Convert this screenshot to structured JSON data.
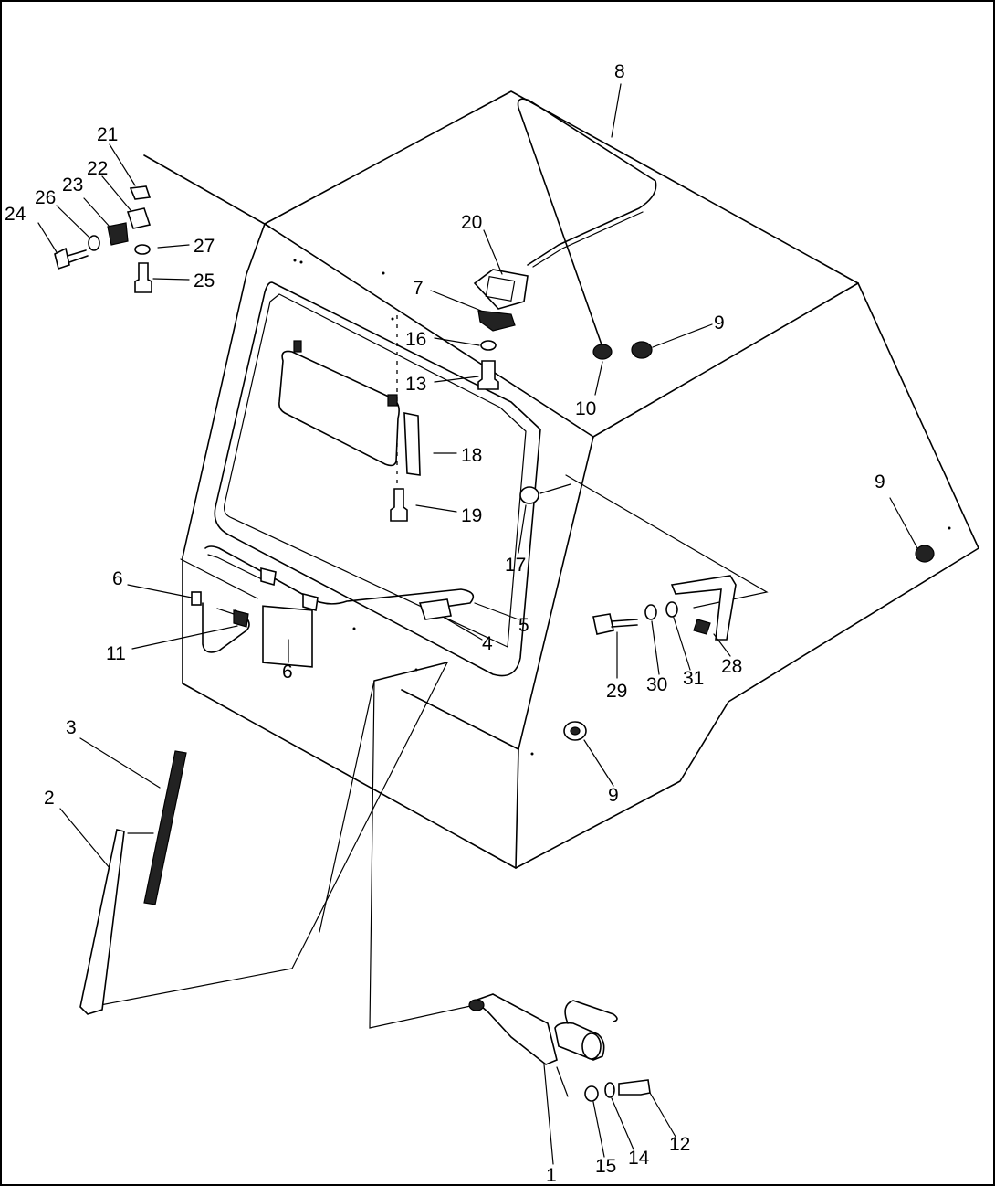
{
  "diagram": {
    "callouts": [
      {
        "id": "c1",
        "text": "1"
      },
      {
        "id": "c2",
        "text": "2"
      },
      {
        "id": "c3",
        "text": "3"
      },
      {
        "id": "c4",
        "text": "4"
      },
      {
        "id": "c5",
        "text": "5"
      },
      {
        "id": "c6a",
        "text": "6"
      },
      {
        "id": "c6b",
        "text": "6"
      },
      {
        "id": "c7",
        "text": "7"
      },
      {
        "id": "c8",
        "text": "8"
      },
      {
        "id": "c9a",
        "text": "9"
      },
      {
        "id": "c9b",
        "text": "9"
      },
      {
        "id": "c9c",
        "text": "9"
      },
      {
        "id": "c10",
        "text": "10"
      },
      {
        "id": "c11",
        "text": "11"
      },
      {
        "id": "c12",
        "text": "12"
      },
      {
        "id": "c13",
        "text": "13"
      },
      {
        "id": "c14",
        "text": "14"
      },
      {
        "id": "c15",
        "text": "15"
      },
      {
        "id": "c16",
        "text": "16"
      },
      {
        "id": "c17",
        "text": "17"
      },
      {
        "id": "c18",
        "text": "18"
      },
      {
        "id": "c19",
        "text": "19"
      },
      {
        "id": "c20",
        "text": "20"
      },
      {
        "id": "c21",
        "text": "21"
      },
      {
        "id": "c22",
        "text": "22"
      },
      {
        "id": "c23",
        "text": "23"
      },
      {
        "id": "c24",
        "text": "24"
      },
      {
        "id": "c25",
        "text": "25"
      },
      {
        "id": "c26",
        "text": "26"
      },
      {
        "id": "c27",
        "text": "27"
      },
      {
        "id": "c28",
        "text": "28"
      },
      {
        "id": "c29",
        "text": "29"
      },
      {
        "id": "c30",
        "text": "30"
      },
      {
        "id": "c31",
        "text": "31"
      }
    ]
  }
}
